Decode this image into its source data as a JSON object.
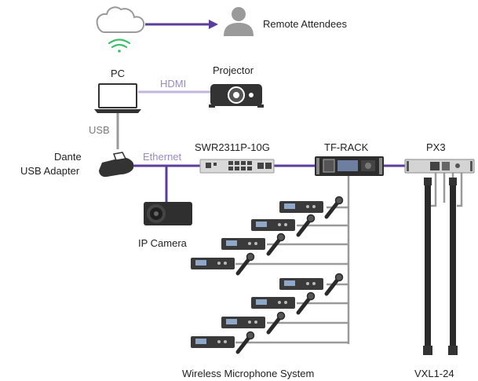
{
  "labels": {
    "remote_attendees": "Remote Attendees",
    "pc": "PC",
    "projector": "Projector",
    "hdmi": "HDMI",
    "usb": "USB",
    "dante_line1": "Dante",
    "dante_line2": "USB Adapter",
    "ethernet": "Ethernet",
    "switch": "SWR2311P-10G",
    "tf_rack": "TF-RACK",
    "px3": "PX3",
    "ip_camera": "IP Camera",
    "wireless_mic_system": "Wireless Microphone System",
    "vxl": "VXL1-24"
  },
  "colors": {
    "purple_link": "#5b3d9c",
    "hdmi_link": "#c3b6de",
    "gray_link": "#9a9a9a",
    "wifi": "#3cbf6a",
    "device_dark": "#3a3a3a",
    "icon_gray": "#9a9a9a"
  },
  "icons": [
    "cloud-icon",
    "wifi-icon",
    "person-icon",
    "laptop-icon",
    "projector-icon",
    "dante-adapter-icon",
    "switch-icon",
    "tf-rack-icon",
    "px3-amplifier-icon",
    "ip-camera-icon",
    "wireless-receiver-icon",
    "handheld-mic-icon",
    "vxl-speaker-icon"
  ]
}
